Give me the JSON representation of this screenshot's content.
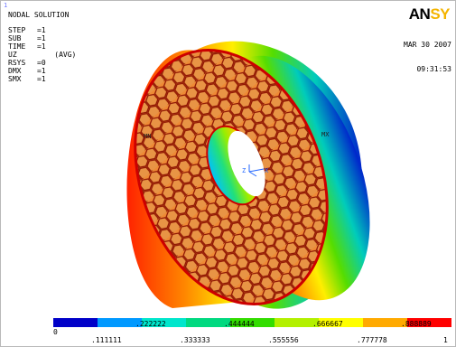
{
  "window_number": "1",
  "title": "NODAL SOLUTION",
  "info": [
    {
      "key": "STEP",
      "value": "=1"
    },
    {
      "key": "SUB",
      "value": "=1"
    },
    {
      "key": "TIME",
      "value": "=1"
    },
    {
      "key": "UZ",
      "value": "    (AVG)"
    },
    {
      "key": "RSYS",
      "value": "=0"
    },
    {
      "key": "DMX",
      "value": "=1"
    },
    {
      "key": "SMX",
      "value": "=1"
    }
  ],
  "logo": {
    "part1": "AN",
    "part2": "SY"
  },
  "date": "MAR 30 2007",
  "time": "09:31:53",
  "markers": {
    "min": "MN",
    "max": "MX",
    "axis_z": "Z",
    "axis_x": "X"
  },
  "legend": {
    "top_labels": [
      "0",
      ".222222",
      ".444444",
      ".666667",
      ".888889"
    ],
    "bottom_labels": [
      ".111111",
      ".333333",
      ".555556",
      ".777778",
      "1"
    ],
    "colors": [
      "#0000c8",
      "#0099ff",
      "#00e6cc",
      "#00d980",
      "#33dd00",
      "#b3f000",
      "#ffff00",
      "#ffaa00",
      "#ff0000"
    ]
  },
  "colors": {
    "face_edge": "#cc0000",
    "cell_fill": "#e0802a",
    "cell_stroke": "#8b1000",
    "window_number": "#6f79ff",
    "logo_accent": "#f4b400"
  }
}
